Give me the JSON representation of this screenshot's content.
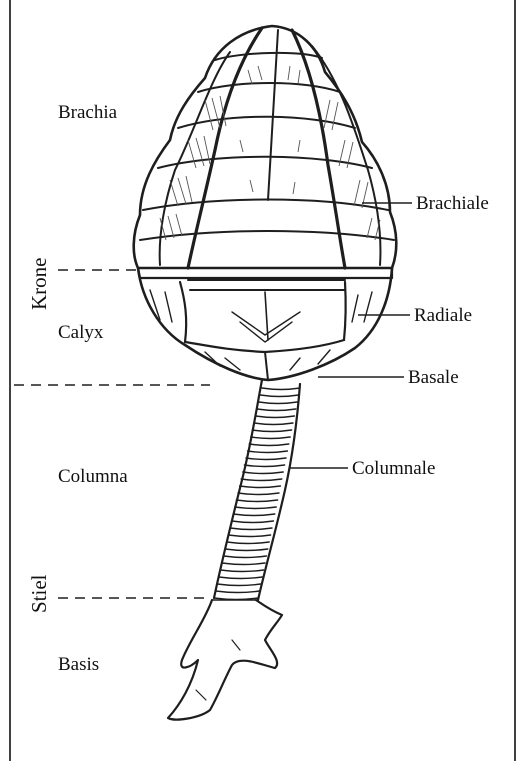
{
  "labels": {
    "brachia": "Brachia",
    "krone": "Krone",
    "calyx": "Calyx",
    "columna": "Columna",
    "stiel": "Stiel",
    "basis": "Basis"
  },
  "pointers": {
    "brachiale": "Brachiale",
    "radiale": "Radiale",
    "basale": "Basale",
    "columnale": "Columnale"
  }
}
